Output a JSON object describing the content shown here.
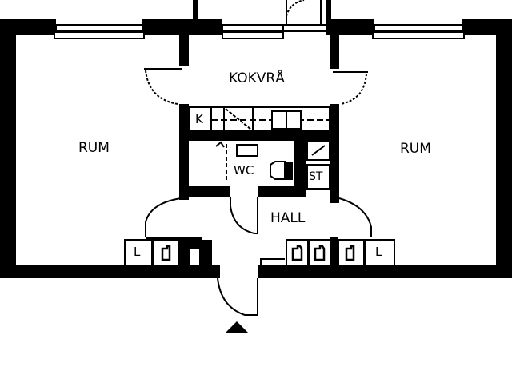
{
  "plan": {
    "rooms": [
      {
        "id": "rum-left",
        "label": "RUM"
      },
      {
        "id": "kokvra",
        "label": "KOKVRÅ"
      },
      {
        "id": "rum-right",
        "label": "RUM"
      },
      {
        "id": "wc",
        "label": "WC"
      },
      {
        "id": "hall",
        "label": "HALL"
      }
    ],
    "fixtures": {
      "kitchen_k": "K",
      "storage_st": "ST",
      "closet_left_1": "L",
      "closet_right_last": "L"
    },
    "colors": {
      "wall": "#000000",
      "background": "#ffffff"
    },
    "entrance_marker": "entrance-arrow"
  }
}
